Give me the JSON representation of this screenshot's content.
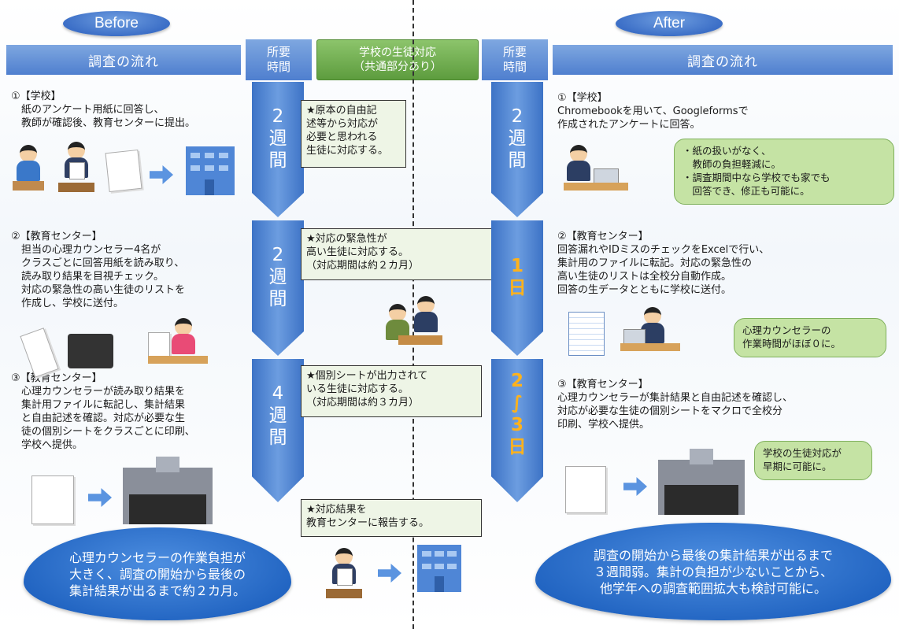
{
  "before_label": "Before",
  "after_label": "After",
  "left_band": "調査の流れ",
  "right_band": "調査の流れ",
  "time_header_left": [
    "所要",
    "時間"
  ],
  "time_header_right": [
    "所要",
    "時間"
  ],
  "school_header": [
    "学校の生徒対応",
    "（共通部分あり）"
  ],
  "before_steps": [
    "①【学校】\n　紙のアンケート用紙に回答し、\n　教師が確認後、教育センターに提出。",
    "②【教育センター】\n　担当の心理カウンセラー4名が\n　クラスごとに回答用紙を読み取り、\n　読み取り結果を目視チェック。\n　対応の緊急性の高い生徒のリストを\n　作成し、学校に送付。",
    "③【教育センター】\n　心理カウンセラーが読み取り結果を\n　集計用ファイルに転記し、集計結果\n　と自由記述を確認。対応が必要な生\n　徒の個別シートをクラスごとに印刷、\n　学校へ提供。"
  ],
  "before_times": [
    "2\n週\n間",
    "2\n週\n間",
    "4\n週\n間"
  ],
  "after_times": [
    "2\n週\n間",
    "1\n日",
    "2\n∫\n3\n日"
  ],
  "school_notes": [
    "★原本の自由記\n述等から対応が\n必要と思われる\n生徒に対応する。",
    "★対応の緊急性が\n高い生徒に対応する。\n（対応期間は約２カ月）",
    "★個別シートが出力されて\nいる生徒に対応する。\n（対応期間は約３カ月）",
    "★対応結果を\n教育センターに報告する。"
  ],
  "after_steps": [
    "①【学校】\nChromebookを用いて、Googleformsで\n作成されたアンケートに回答。",
    "②【教育センター】\n回答漏れやIDミスのチェックをExcelで行い、\n集計用のファイルに転記。対応の緊急性の\n高い生徒のリストは全校分自動作成。\n回答の生データとともに学校に送付。",
    "③【教育センター】\n心理カウンセラーが集計結果と自由記述を確認し、\n対応が必要な生徒の個別シートをマクロで全校分\n印刷、学校へ提供。"
  ],
  "after_bubbles": [
    "・紙の扱いがなく、\n　教師の負担軽減に。\n・調査期間中なら学校でも家でも\n　回答でき、修正も可能に。",
    "心理カウンセラーの\n作業時間がほぼ０に。",
    "学校の生徒対応が\n早期に可能に。"
  ],
  "cloud_left": "心理カウンセラーの作業負担が\n大きく、調査の開始から最後の\n集計結果が出るまで約２カ月。",
  "cloud_right": "調査の開始から最後の集計結果が出るまで\n３週間弱。集計の負担が少ないことから、\n他学年への調査範囲拡大も検討可能に。",
  "colors": {
    "band": "#4f7fcf",
    "green": "#5d9c3e",
    "arrow": "#3d73c6",
    "highlight": "#ffb21b",
    "bubble": "#c5e3a4",
    "cloud": "#1f62c0"
  }
}
